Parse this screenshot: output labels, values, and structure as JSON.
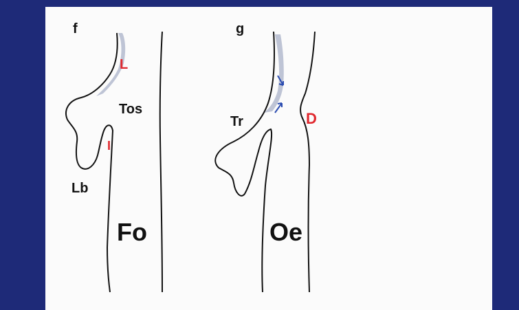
{
  "panels": [
    {
      "letter": "f",
      "labels": {
        "top": "L",
        "lower": "I",
        "middle": "Tos",
        "bud": "Lb",
        "tube": "Fo"
      }
    },
    {
      "letter": "g",
      "labels": {
        "middle": "Tr",
        "notch": "D",
        "tube": "Oe"
      }
    }
  ],
  "colors": {
    "frame": "#1e2a78",
    "background": "#fbfbfb",
    "stroke": "#111111",
    "highlight_label": "#e0282e",
    "shading": "#aab2c8",
    "arrow": "#2a4bb0"
  }
}
